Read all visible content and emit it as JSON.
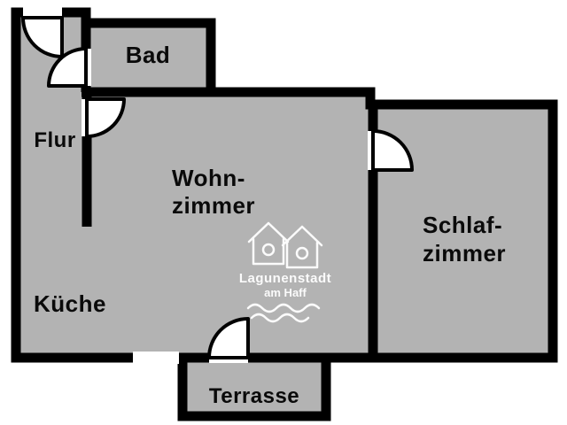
{
  "rooms": {
    "bad": {
      "label": "Bad"
    },
    "flur": {
      "label": "Flur"
    },
    "wohnzimmer": {
      "line1": "Wohn-",
      "line2": "zimmer"
    },
    "schlafzimmer": {
      "line1": "Schlaf-",
      "line2": "zimmer"
    },
    "kueche": {
      "label": "Küche"
    },
    "terrasse": {
      "label": "Terrasse"
    }
  },
  "watermark": {
    "line1": "Lagunenstadt",
    "line2": "am Haff"
  },
  "colors": {
    "floor": "#b3b3b3",
    "wall": "#000000",
    "background": "#ffffff",
    "label": "#0a0a0a",
    "watermark": "#ffffff"
  }
}
